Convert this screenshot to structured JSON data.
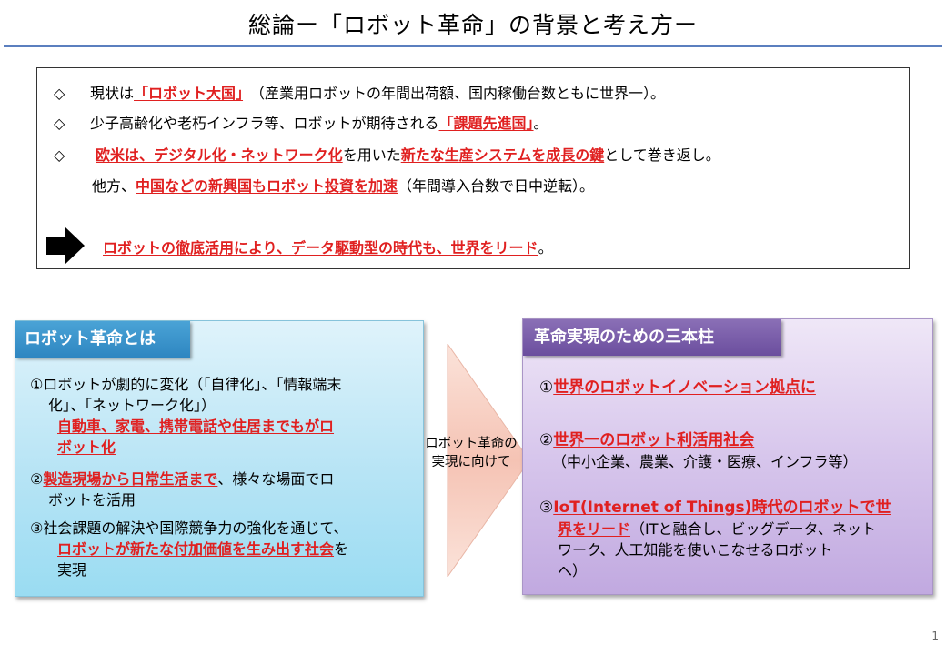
{
  "title": "総論ー「ロボット革命」の背景と考え方ー",
  "summary": {
    "bullet": "◇",
    "line1": {
      "a": "現状は",
      "r": "「ロボット大国」",
      "b": "　（産業用ロボットの年間出荷額、国内稼働台数ともに世界一）。"
    },
    "line2": {
      "a": "少子高齢化や老朽インフラ等、ロボットが期待される",
      "r": "「課題先進国」",
      "b": "。"
    },
    "line3": {
      "r1": "欧米は、デジタル化・ネットワーク化",
      "a": "を用いた",
      "r2": "新たな生産システムを成長の鍵",
      "b": "として巻き返し。"
    },
    "line4": {
      "a": "他方、",
      "r": "中国などの新興国もロボット投資を加速",
      "b": "（年間導入台数で日中逆転）。"
    },
    "conclusion": {
      "r": "ロボットの徹底活用により、データ駆動型の時代も、世界をリード",
      "b": "。"
    }
  },
  "left": {
    "header": "ロボット革命とは",
    "p1a": "①ロボットが劇的に変化（「自律化」、「情報端末",
    "p1b": "化」、「ネットワーク化」）",
    "p1r1": "自動車、家電、携帯電話や住居までもがロ",
    "p1r2": "ボット化",
    "p2r": "製造現場から日常生活まで",
    "p2a": "②",
    "p2b": "、様々な場面でロ",
    "p2c": "ボットを活用",
    "p3a": "③社会課題の解決や国際競争力の強化を通じて、",
    "p3r": "ロボットが新たな付加価値を生み出す社会",
    "p3b": "を",
    "p3c": "実現"
  },
  "center": {
    "line1": "ロボット革命の",
    "line2": "実現に向けて"
  },
  "right": {
    "header": "革命実現のための三本柱",
    "i1n": "①",
    "i1r": "世界のロボットイノベーション拠点に",
    "i2n": "②",
    "i2r": "世界一のロボット利活用社会",
    "i2b": "（中小企業、農業、介護・医療、インフラ等）",
    "i3n": "③",
    "i3r1": "IoT(Internet of Things)時代のロボットで世",
    "i3r2": "界をリード",
    "i3b1": "（ITと融合し、ビッグデータ、ネット",
    "i3b2": "ワーク、人工知能を使いこなせるロボット",
    "i3b3": "へ）"
  },
  "page_number": "1",
  "colors": {
    "accent_red": "#e02020",
    "rule_blue": "#5b7fbf",
    "left_header": "#2e86c1",
    "right_header": "#6b4e9e"
  }
}
